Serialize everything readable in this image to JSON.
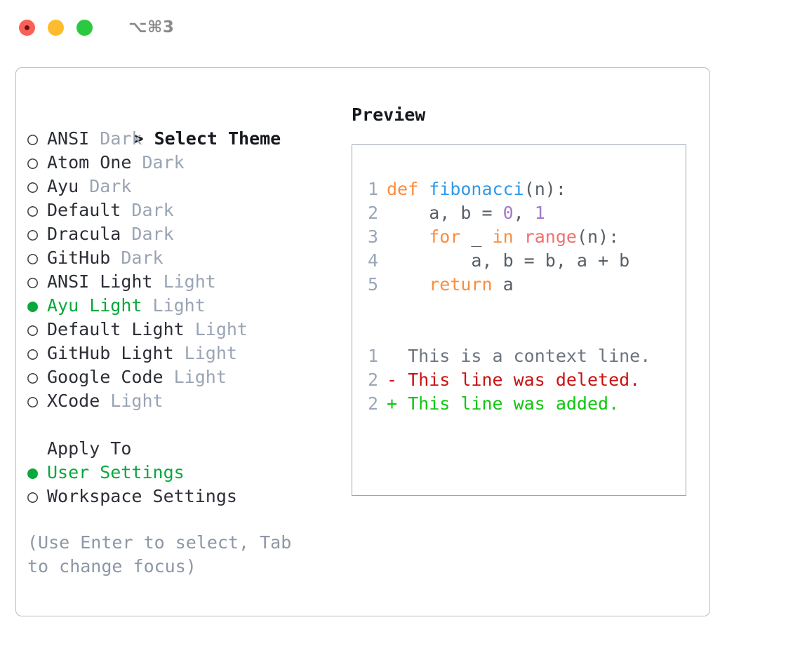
{
  "window": {
    "shortcut": "⌥⌘3",
    "traffic_lights": [
      {
        "name": "close",
        "color": "#fb6058"
      },
      {
        "name": "minimize",
        "color": "#fdbc2d"
      },
      {
        "name": "zoom",
        "color": "#2bc940"
      }
    ]
  },
  "theme_list": {
    "header": "> Select Theme",
    "marker_selected": "●",
    "marker_unselected": "○",
    "items": [
      {
        "marker": "○",
        "name": "ANSI",
        "suffix": "Dark",
        "selected": false
      },
      {
        "marker": "○",
        "name": "Atom One",
        "suffix": "Dark",
        "selected": false
      },
      {
        "marker": "○",
        "name": "Ayu",
        "suffix": "Dark",
        "selected": false
      },
      {
        "marker": "○",
        "name": "Default",
        "suffix": "Dark",
        "selected": false
      },
      {
        "marker": "○",
        "name": "Dracula",
        "suffix": "Dark",
        "selected": false
      },
      {
        "marker": "○",
        "name": "GitHub",
        "suffix": "Dark",
        "selected": false
      },
      {
        "marker": "○",
        "name": "ANSI Light",
        "suffix": "Light",
        "selected": false
      },
      {
        "marker": "●",
        "name": "Ayu Light",
        "suffix": "Light",
        "selected": true
      },
      {
        "marker": "○",
        "name": "Default Light",
        "suffix": "Light",
        "selected": false
      },
      {
        "marker": "○",
        "name": "GitHub Light",
        "suffix": "Light",
        "selected": false
      },
      {
        "marker": "○",
        "name": "Google Code",
        "suffix": "Light",
        "selected": false
      },
      {
        "marker": "○",
        "name": "XCode",
        "suffix": "Light",
        "selected": false
      }
    ]
  },
  "apply_to": {
    "header": "Apply To",
    "items": [
      {
        "marker": "●",
        "name": "User Settings",
        "selected": true
      },
      {
        "marker": "○",
        "name": "Workspace Settings",
        "selected": false
      }
    ]
  },
  "help": {
    "text": "(Use Enter to select, Tab to change focus)"
  },
  "preview": {
    "title": "Preview",
    "code_lines": [
      {
        "lineno": "1",
        "tokens": [
          {
            "t": "def",
            "c": "kw"
          },
          {
            "t": " ",
            "c": "pl"
          },
          {
            "t": "fibonacci",
            "c": "fn"
          },
          {
            "t": "(n):",
            "c": "pl"
          }
        ]
      },
      {
        "lineno": "2",
        "tokens": [
          {
            "t": "    a, b = ",
            "c": "pl"
          },
          {
            "t": "0",
            "c": "num"
          },
          {
            "t": ", ",
            "c": "pl"
          },
          {
            "t": "1",
            "c": "num"
          }
        ]
      },
      {
        "lineno": "3",
        "tokens": [
          {
            "t": "    ",
            "c": "pl"
          },
          {
            "t": "for",
            "c": "kw"
          },
          {
            "t": " _ ",
            "c": "pl"
          },
          {
            "t": "in",
            "c": "kw"
          },
          {
            "t": " ",
            "c": "pl"
          },
          {
            "t": "range",
            "c": "bi"
          },
          {
            "t": "(n):",
            "c": "pl"
          }
        ]
      },
      {
        "lineno": "4",
        "tokens": [
          {
            "t": "        a, b = b, a + b",
            "c": "pl"
          }
        ]
      },
      {
        "lineno": "5",
        "tokens": [
          {
            "t": "    ",
            "c": "pl"
          },
          {
            "t": "return",
            "c": "kw"
          },
          {
            "t": " a",
            "c": "pl"
          }
        ]
      }
    ],
    "diff_lines": [
      {
        "lineno": "1",
        "sign": " ",
        "text": " This is a context line.",
        "kind": "ctx"
      },
      {
        "lineno": "2",
        "sign": "-",
        "text": " This line was deleted.",
        "kind": "del"
      },
      {
        "lineno": "2",
        "sign": "+",
        "text": " This line was added.",
        "kind": "add"
      }
    ]
  },
  "colors": {
    "accent_green": "#08a83c",
    "muted": "#9aa4b4",
    "border": "#b4bcc8",
    "preview_border": "#9aa5b4",
    "keyword": "#fa8d3e",
    "function": "#3199e8",
    "number": "#a37acc",
    "builtin": "#f07171",
    "plain": "#575f66",
    "diff_delete": "#cc1111",
    "diff_add": "#0fc60f",
    "diff_context": "#6c7480"
  }
}
